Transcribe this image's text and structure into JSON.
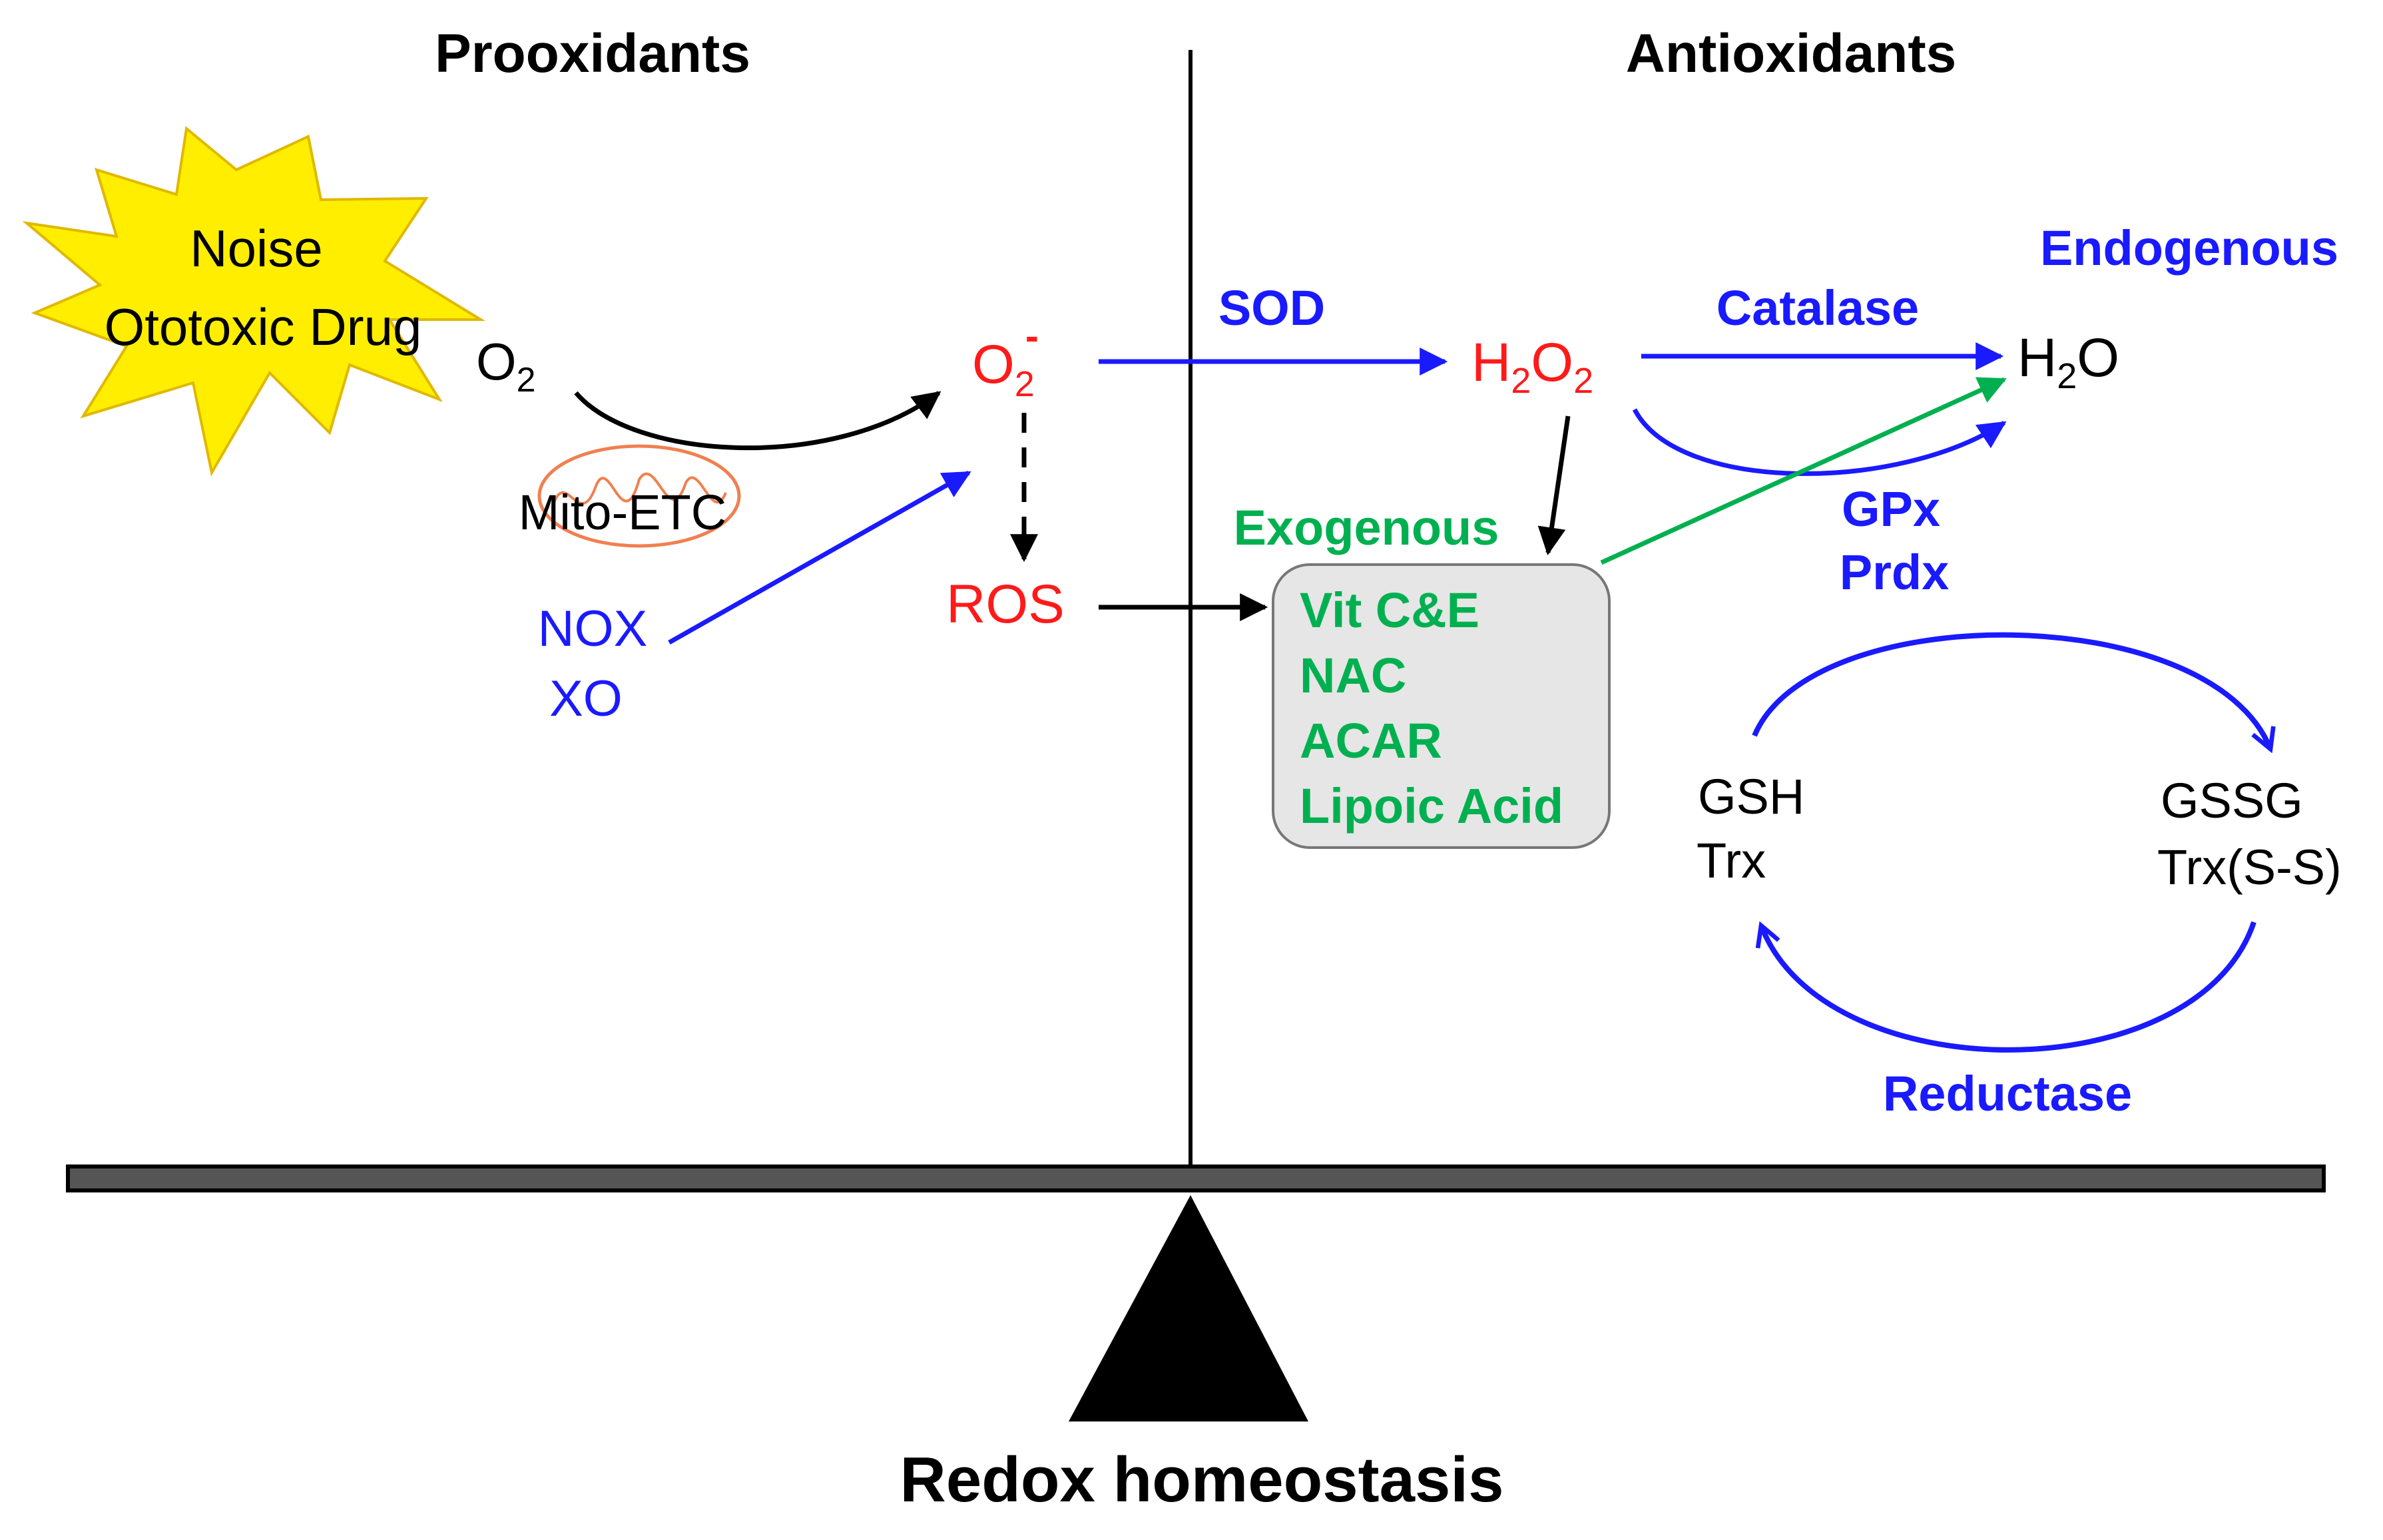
{
  "headers": {
    "left": "Prooxidants",
    "right": "Antioxidants",
    "bottom": "Redox homeostasis"
  },
  "stressors": {
    "line1": "Noise",
    "line2": "Ototoxic Drug"
  },
  "species": {
    "o2": {
      "base": "O",
      "sub": "2"
    },
    "superoxide": {
      "base": "O",
      "sub": "2",
      "sup": "-"
    },
    "h2o2": {
      "base1": "H",
      "sub1": "2",
      "base2": "O",
      "sub2": "2"
    },
    "h2o": {
      "base1": "H",
      "sub1": "2",
      "base2": "O"
    },
    "ros": "ROS"
  },
  "sources": {
    "mito": "Mito-ETC",
    "nox": "NOX",
    "xo": "XO"
  },
  "enzymes": {
    "sod": "SOD",
    "catalase": "Catalase",
    "gpx": "GPx",
    "prdx": "Prdx",
    "reductase": "Reductase"
  },
  "categories": {
    "exogenous": "Exogenous",
    "endogenous": "Endogenous"
  },
  "exogenous_agents": [
    "Vit C&E",
    "NAC",
    "ACAR",
    "Lipoic Acid"
  ],
  "cycle": {
    "reduced1": "GSH",
    "reduced2": "Trx",
    "oxidized1": "GSSG",
    "oxidized2": "Trx(S-S)"
  },
  "colors": {
    "red": "#ff1a1a",
    "blue": "#1a1aff",
    "green": "#00b050",
    "star": "#ffee00",
    "star_stroke": "#e0b800",
    "mito": "#f08050",
    "box_fill": "#e6e6e6",
    "beam": "#555555"
  }
}
